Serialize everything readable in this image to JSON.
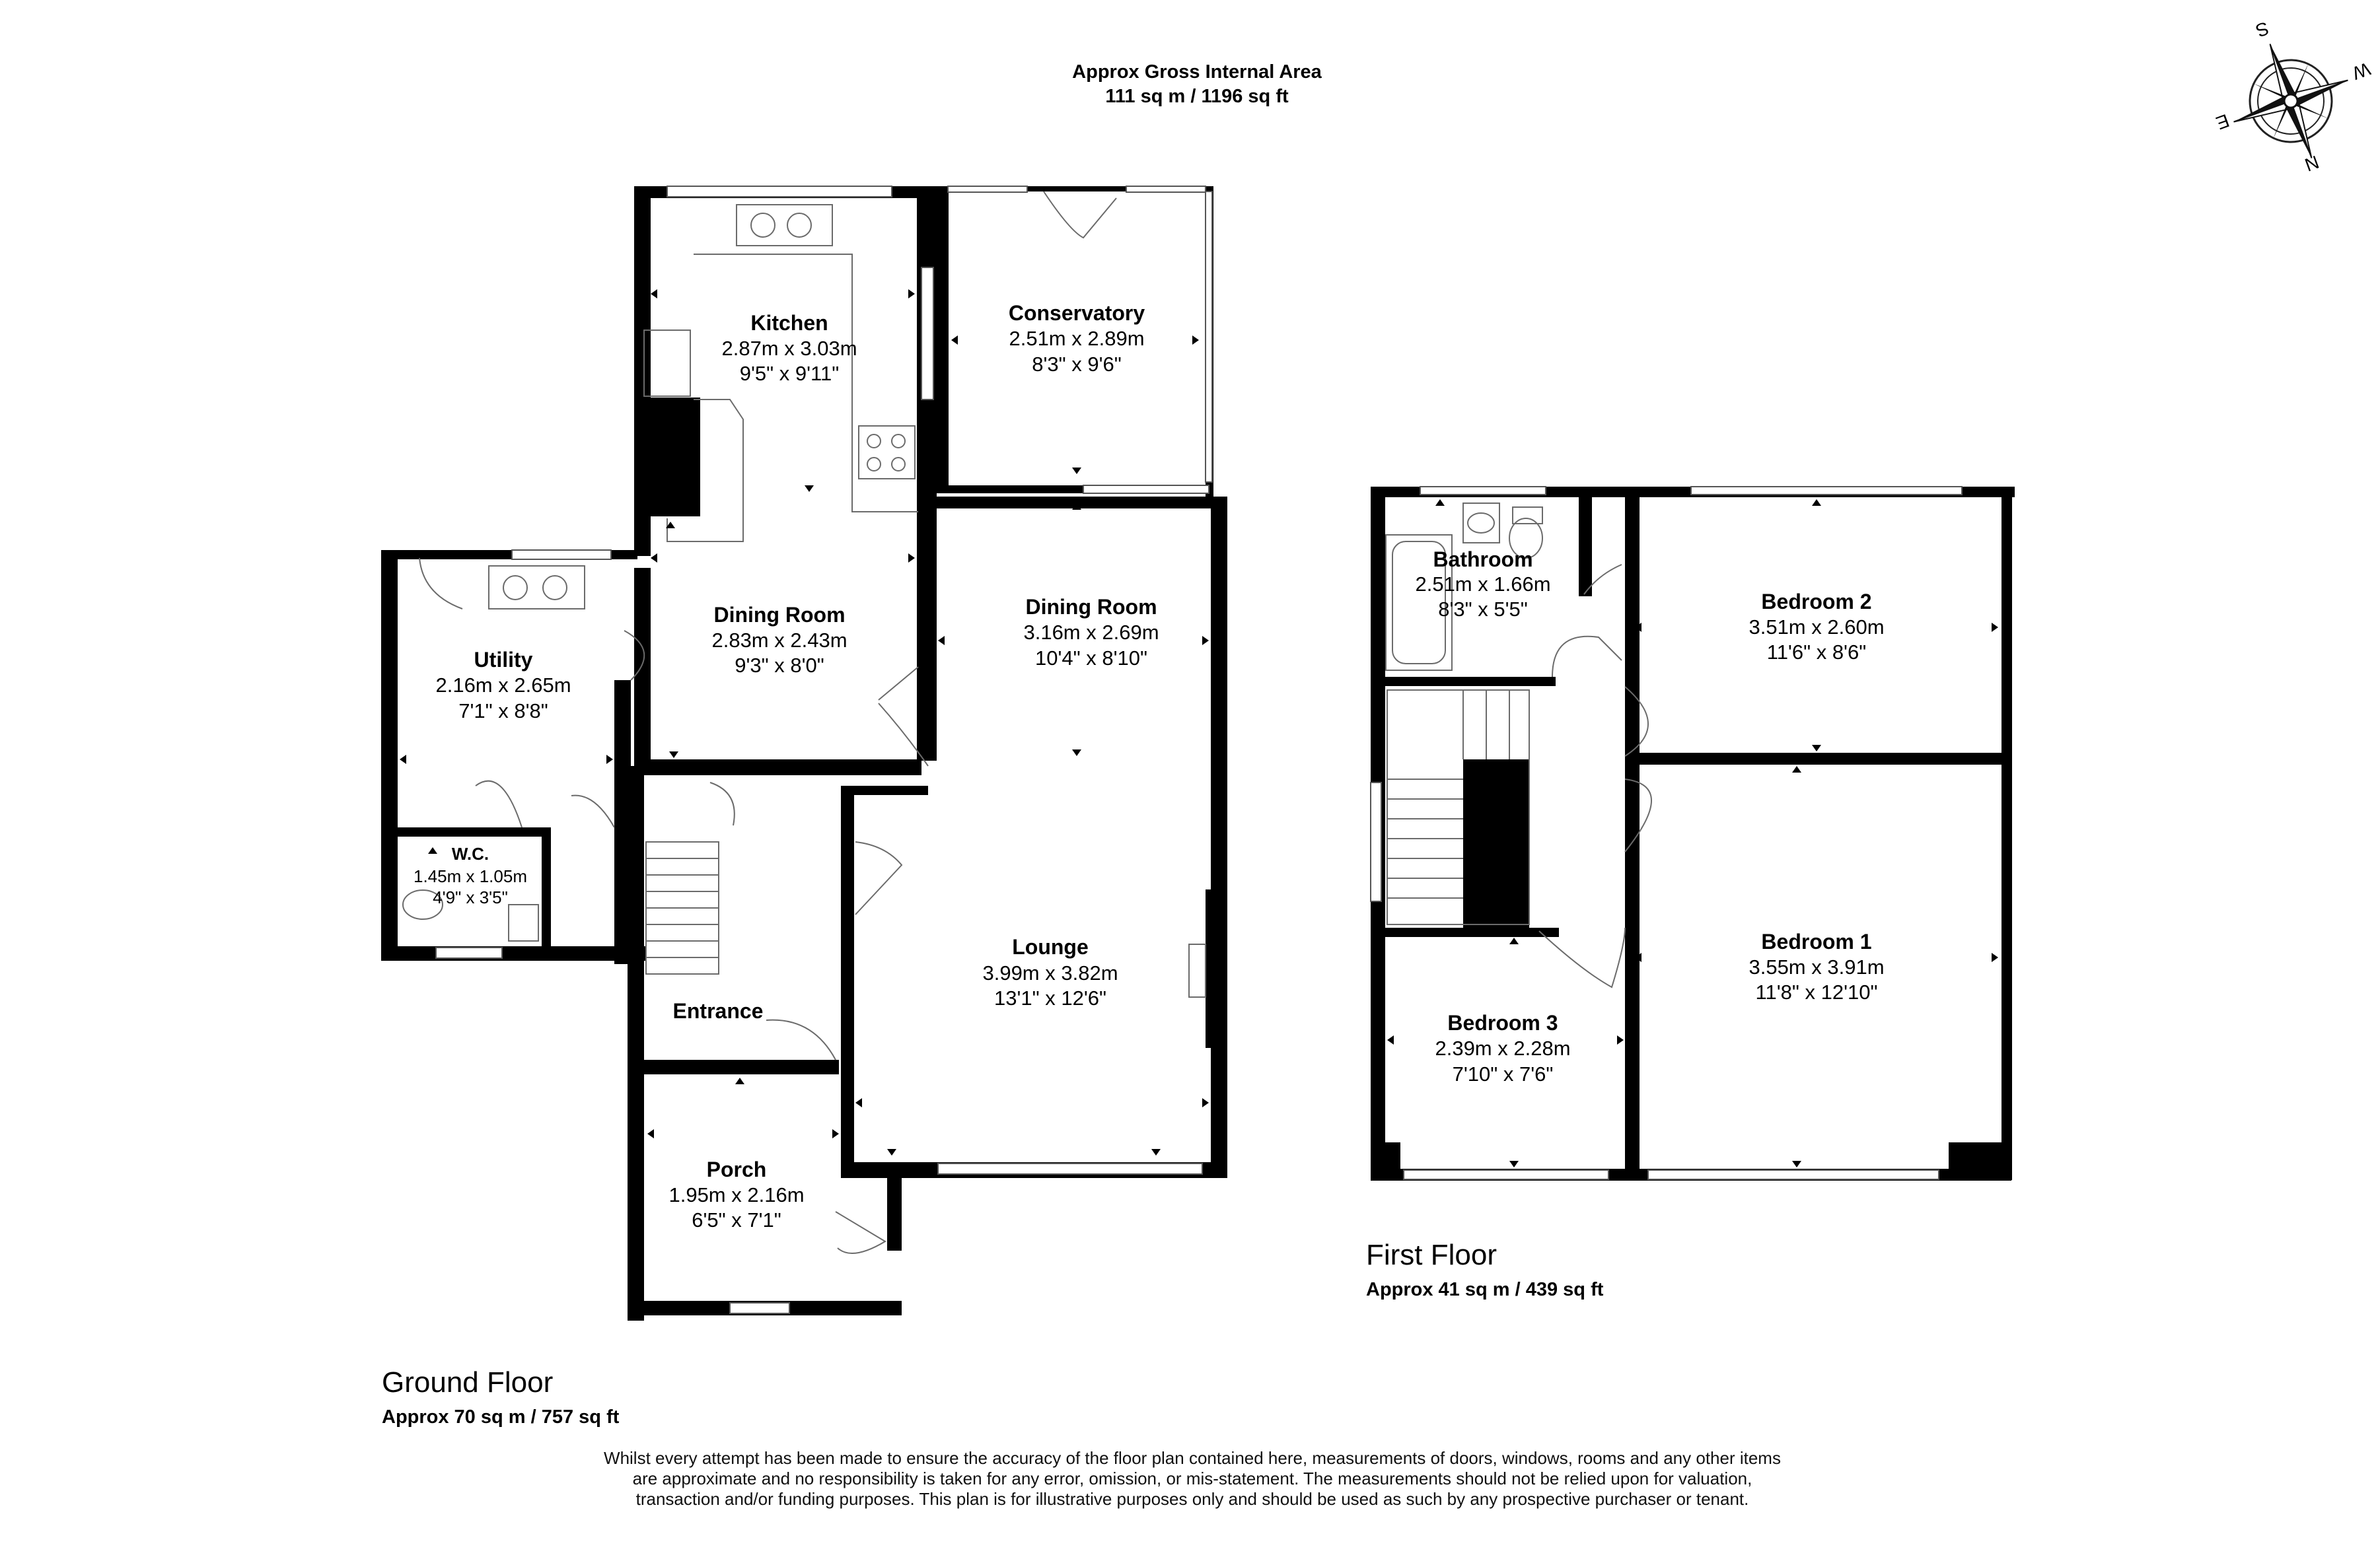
{
  "header": {
    "line1": "Approx Gross Internal Area",
    "line2": "111 sq m / 1196 sq ft"
  },
  "compass": {
    "icon": "compass-rose-icon",
    "labels": [
      "S",
      "W",
      "E",
      "N"
    ]
  },
  "ground_floor": {
    "title": "Ground Floor",
    "area": "Approx 70 sq m / 757 sq ft",
    "rooms": {
      "kitchen": {
        "name": "Kitchen",
        "metric": "2.87m x 3.03m",
        "imperial": "9'5\" x 9'11\""
      },
      "conservatory": {
        "name": "Conservatory",
        "metric": "2.51m x 2.89m",
        "imperial": "8'3\" x 9'6\""
      },
      "dining_room_1": {
        "name": "Dining Room",
        "metric": "2.83m x 2.43m",
        "imperial": "9'3\" x 8'0\""
      },
      "dining_room_2": {
        "name": "Dining Room",
        "metric": "3.16m x 2.69m",
        "imperial": "10'4\" x 8'10\""
      },
      "utility": {
        "name": "Utility",
        "metric": "2.16m x 2.65m",
        "imperial": "7'1\" x 8'8\""
      },
      "wc": {
        "name": "W.C.",
        "metric": "1.45m x 1.05m",
        "imperial": "4'9\" x 3'5\""
      },
      "lounge": {
        "name": "Lounge",
        "metric": "3.99m x 3.82m",
        "imperial": "13'1\" x 12'6\""
      },
      "entrance": {
        "name": "Entrance"
      },
      "porch": {
        "name": "Porch",
        "metric": "1.95m x 2.16m",
        "imperial": "6'5\" x 7'1\""
      }
    }
  },
  "first_floor": {
    "title": "First Floor",
    "area": "Approx 41 sq m / 439 sq ft",
    "rooms": {
      "bathroom": {
        "name": "Bathroom",
        "metric": "2.51m x 1.66m",
        "imperial": "8'3\" x 5'5\""
      },
      "bedroom_2": {
        "name": "Bedroom 2",
        "metric": "3.51m x 2.60m",
        "imperial": "11'6\" x 8'6\""
      },
      "bedroom_1": {
        "name": "Bedroom 1",
        "metric": "3.55m x 3.91m",
        "imperial": "11'8\" x 12'10\""
      },
      "bedroom_3": {
        "name": "Bedroom 3",
        "metric": "2.39m x 2.28m",
        "imperial": "7'10\" x 7'6\""
      }
    }
  },
  "disclaimer": "Whilst every attempt has been made to ensure the accuracy of the floor plan contained here, measurements of doors, windows, rooms and any other items are approximate and no responsibility is taken for any error, omission, or mis-statement. The measurements should not be relied upon for valuation, transaction and/or funding purposes. This plan is for illustrative purposes only and should be used as such by any prospective purchaser or tenant.",
  "colors": {
    "wall": "#000000",
    "fixture": "#6b6b6b",
    "window": "#8a8a8a",
    "background": "#ffffff"
  }
}
